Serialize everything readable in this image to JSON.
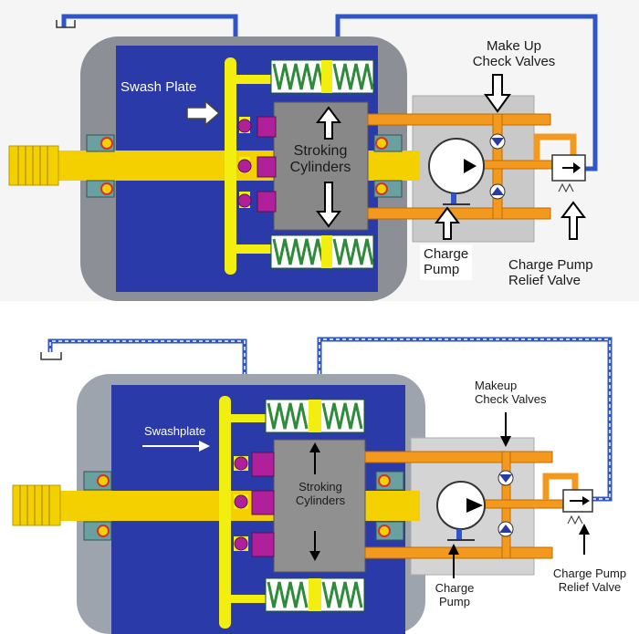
{
  "top_diagram": {
    "labels": {
      "swash_plate": "Swash Plate",
      "makeup_line1": "Make Up",
      "makeup_line2": "Check Valves",
      "stroking_line1": "Stroking",
      "stroking_line2": "Cylinders",
      "charge_line1": "Charge",
      "charge_line2": "Pump",
      "relief_line1": "Charge Pump",
      "relief_line2": "Relief Valve"
    }
  },
  "bottom_diagram": {
    "labels": {
      "swash_plate": "Swashplate",
      "makeup_line1": "Makeup",
      "makeup_line2": "Check Valves",
      "stroking_line1": "Stroking",
      "stroking_line2": "Cylinders",
      "charge_line1": "Charge",
      "charge_line2": "Pump",
      "relief_line1": "Charge Pump",
      "relief_line2": "Relief Valve"
    }
  },
  "colors": {
    "housing": "#8c8f96",
    "housing_bottom": "#9ea4ad",
    "case_blue": "#2a3aa8",
    "shaft_yellow": "#f5d000",
    "swash_yellow": "#f2ee10",
    "spring_green": "#2e8b3a",
    "cylinder_magenta": "#b0209a",
    "orange_line": "#f39a1e",
    "charge_block": "#c9c9c9",
    "drain_blue": "#2f56c8"
  },
  "icons": [
    "spline-shaft-icon",
    "bearing-icon",
    "spring-icon",
    "pump-symbol-icon",
    "check-valve-icon",
    "relief-valve-icon",
    "arrow-icon",
    "tank-icon"
  ]
}
